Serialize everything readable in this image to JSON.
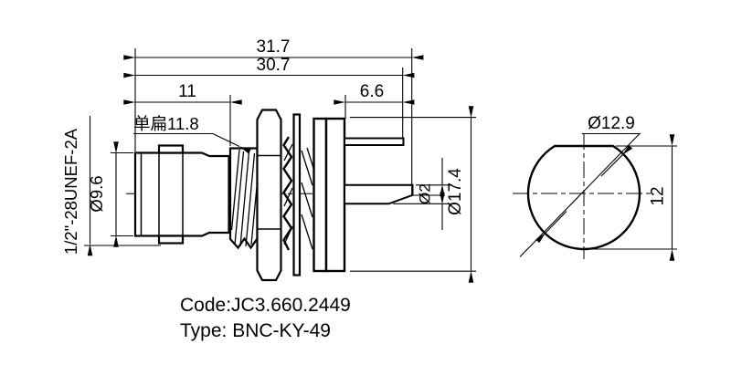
{
  "side_view": {
    "dim_total_length": "31.7",
    "dim_to_tab_length": "30.7",
    "dim_coupling_length": "11",
    "dim_tab_length": "6.6",
    "flat_label": "单扁11.8",
    "thread_spec": "1/2\"-28UNEF-2A",
    "coupling_dia": "Ø9.6",
    "pin_dia": "Ø2",
    "flange_dia": "Ø17.4"
  },
  "end_view": {
    "thread_dia": "Ø12.9",
    "across_flat": "12"
  },
  "title_block": {
    "code": "Code:JC3.660.2449",
    "type": "Type: BNC-KY-49"
  },
  "colors": {
    "line": "#000000",
    "background": "#ffffff"
  }
}
